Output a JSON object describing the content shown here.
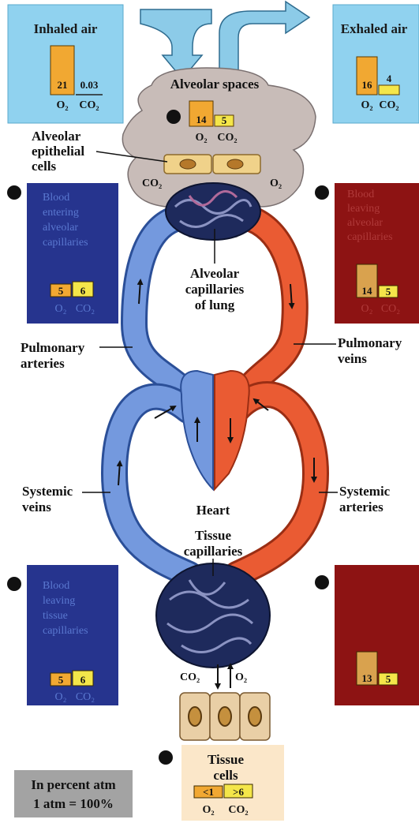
{
  "colors": {
    "sky_box": "#90d2ef",
    "blue_panel": "#26348e",
    "red_panel": "#8d1313",
    "lung_gray": "#c8bcb8",
    "deoxy_blue": "#6e93d9",
    "oxy_red": "#e85a35",
    "capillary_navy": "#1e2a5c",
    "tissue_tan": "#e9cfa6",
    "bar_orange": "#f1a832",
    "bar_yellow": "#f4e64a",
    "scale_gray": "#a3a3a3"
  },
  "boxes": {
    "inhaled": {
      "title": "Inhaled air",
      "o2": "21",
      "co2": "0.03",
      "o2_label": "O₂",
      "co2_label": "CO₂"
    },
    "exhaled": {
      "title": "Exhaled air",
      "o2": "16",
      "co2": "4",
      "o2_label": "O₂",
      "co2_label": "CO₂"
    },
    "alveolar": {
      "title": "Alveolar spaces",
      "o2": "14",
      "co2": "5",
      "o2_label": "O₂",
      "co2_label": "CO₂"
    },
    "entering_alveolar": {
      "caption": [
        "Blood",
        "entering",
        "alveolar",
        "capillaries"
      ],
      "o2": "5",
      "co2": "6",
      "o2_label": "O₂",
      "co2_label": "CO₂"
    },
    "leaving_alveolar": {
      "caption": [
        "Blood",
        "leaving",
        "alveolar",
        "capillaries"
      ],
      "o2": "14",
      "co2": "5",
      "o2_label": "O₂",
      "co2_label": "CO₂"
    },
    "leaving_tissue": {
      "caption": [
        "Blood",
        "leaving",
        "tissue",
        "capillaries"
      ],
      "o2": "5",
      "co2": "6",
      "o2_label": "O₂",
      "co2_label": "CO₂"
    },
    "entering_tissue": {
      "o2": "13",
      "co2": "5"
    },
    "tissue_cells": {
      "title": [
        "Tissue",
        "cells"
      ],
      "o2": "<1",
      "co2": ">6",
      "o2_label": "O₂",
      "co2_label": "CO₂"
    }
  },
  "labels": {
    "alveolar_epithelial": [
      "Alveolar",
      "epithelial",
      "cells"
    ],
    "co2_left": "CO₂",
    "o2_right": "O₂",
    "alveolar_capillaries": [
      "Alveolar",
      "capillaries",
      "of lung"
    ],
    "pulmonary_arteries": [
      "Pulmonary",
      "arteries"
    ],
    "pulmonary_veins": [
      "Pulmonary",
      "veins"
    ],
    "systemic_veins": [
      "Systemic",
      "veins"
    ],
    "systemic_arteries": [
      "Systemic",
      "arteries"
    ],
    "heart": "Heart",
    "tissue_capillaries": [
      "Tissue",
      "capillaries"
    ],
    "co2_tissue": "CO₂",
    "o2_tissue": "O₂",
    "scale_note": [
      "In percent atm",
      "1 atm = 100%"
    ]
  }
}
